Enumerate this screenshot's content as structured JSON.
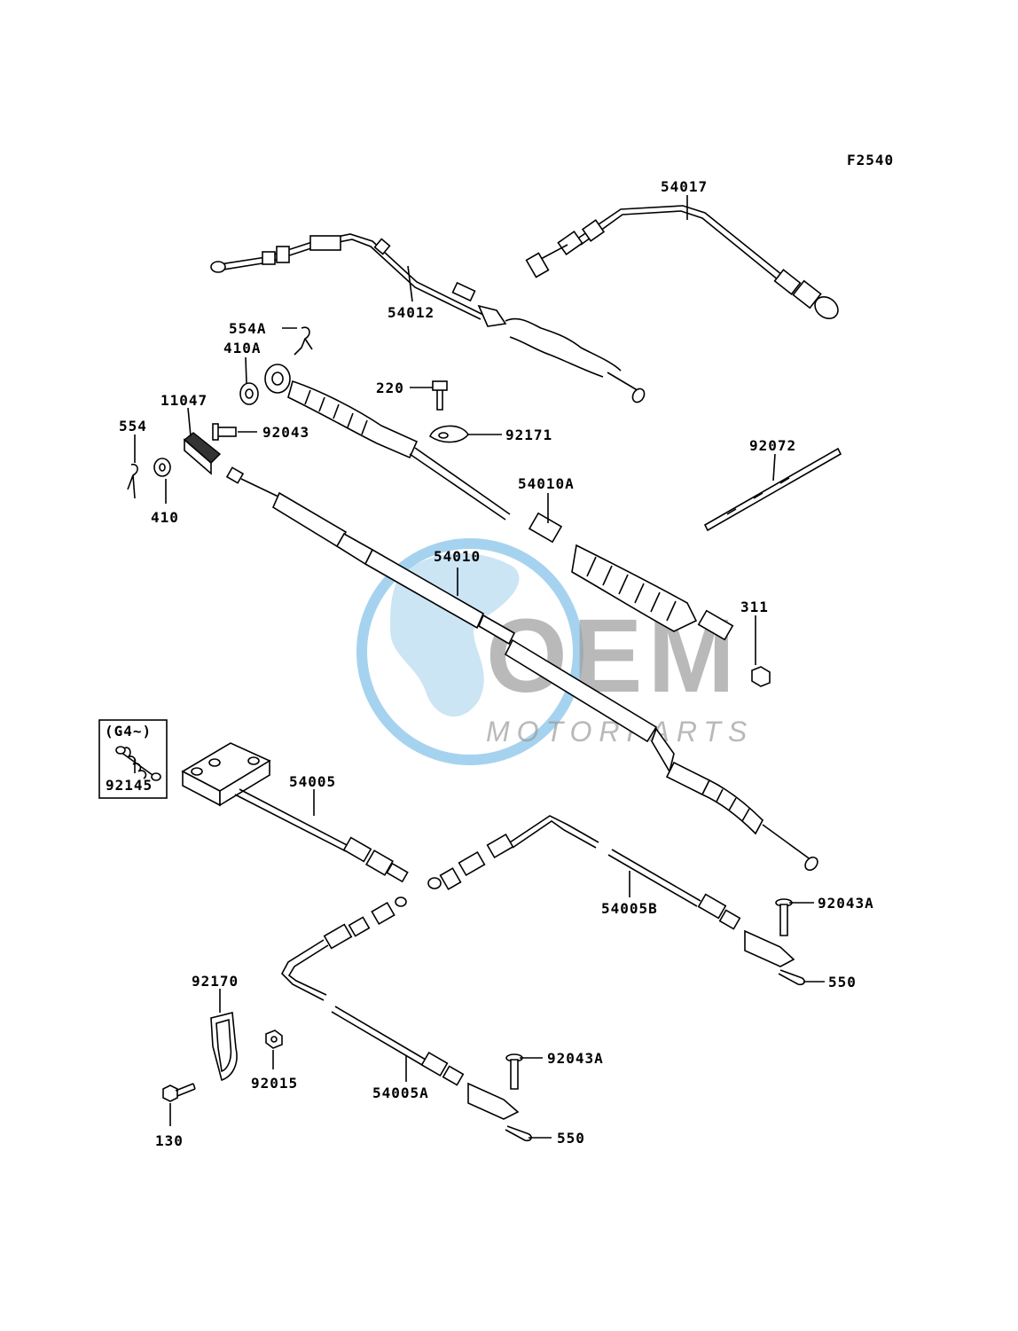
{
  "figure_code": "F2540",
  "group_box_label": "(G4~)",
  "watermark": {
    "text_main": "OEM",
    "text_sub": "MOTORPARTS",
    "color_blue": "#4fa8df",
    "color_gray": "#8a8a8a"
  },
  "labels": {
    "p54017": "54017",
    "p54012": "54012",
    "p554A": "554A",
    "p410A": "410A",
    "p220": "220",
    "p11047": "11047",
    "p92043": "92043",
    "p92171": "92171",
    "p554": "554",
    "p92072": "92072",
    "p54010A": "54010A",
    "p410": "410",
    "p54010": "54010",
    "p311": "311",
    "p92145": "92145",
    "p54005": "54005",
    "p54005B": "54005B",
    "p92043A_1": "92043A",
    "p550_1": "550",
    "p92170": "92170",
    "p92015": "92015",
    "p54005A": "54005A",
    "p92043A_2": "92043A",
    "p130": "130",
    "p550_2": "550"
  }
}
